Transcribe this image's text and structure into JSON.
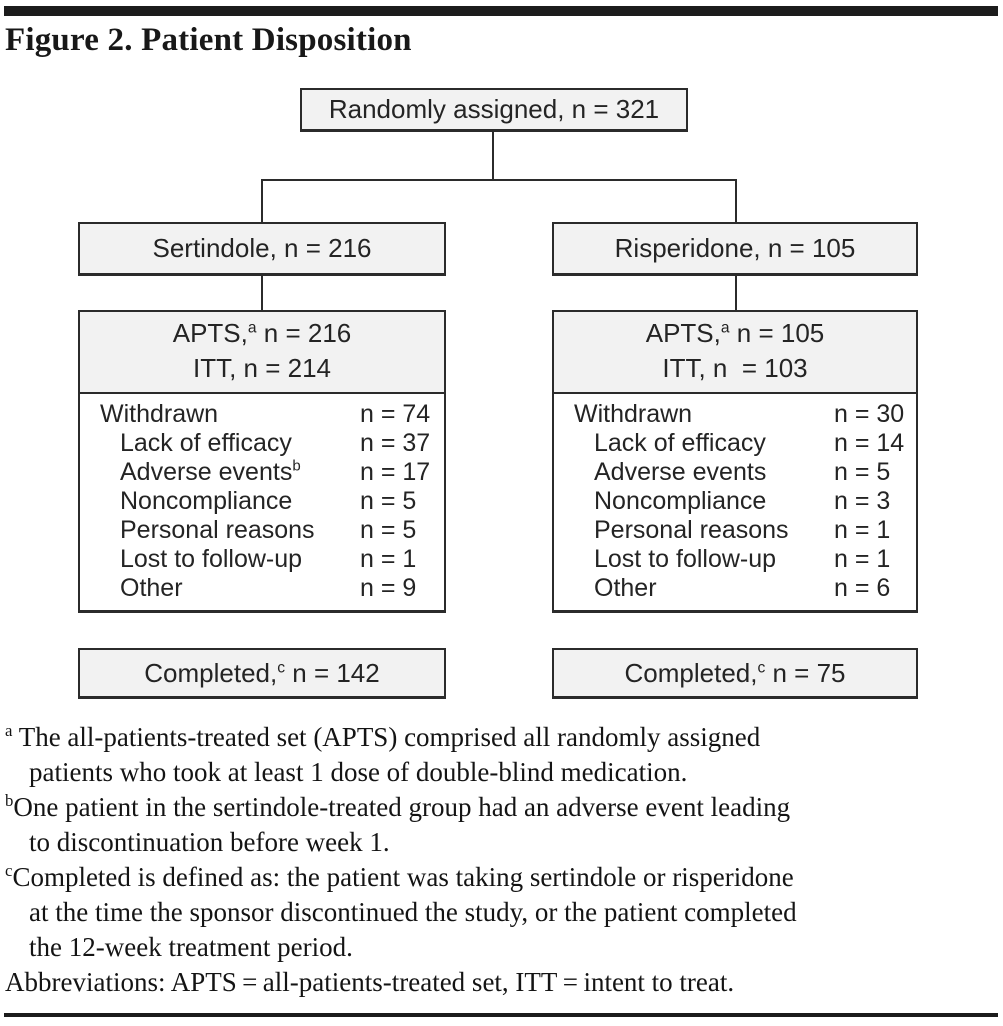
{
  "figure": {
    "title": "Figure 2. Patient Disposition"
  },
  "flowchart": {
    "root_label": "Randomly assigned, n = 321",
    "left": {
      "group_label": "Sertindole, n = 216",
      "apts_pre": "APTS,",
      "apts_sup": "a",
      "apts_post": " n = 216",
      "itt_label": "ITT, n = 214",
      "rows": [
        {
          "label": "Withdrawn",
          "sup": "",
          "value": "n = 74"
        },
        {
          "label": "Lack of efficacy",
          "sup": "",
          "value": "n = 37"
        },
        {
          "label": "Adverse events",
          "sup": "b",
          "value": "n = 17"
        },
        {
          "label": "Noncompliance",
          "sup": "",
          "value": "n = 5"
        },
        {
          "label": "Personal reasons",
          "sup": "",
          "value": "n = 5"
        },
        {
          "label": "Lost to follow-up",
          "sup": "",
          "value": "n = 1"
        },
        {
          "label": "Other",
          "sup": "",
          "value": "n = 9"
        }
      ],
      "completed_pre": "Completed,",
      "completed_sup": "c",
      "completed_post": " n = 142"
    },
    "right": {
      "group_label": "Risperidone, n = 105",
      "apts_pre": "APTS,",
      "apts_sup": "a",
      "apts_post": " n = 105",
      "itt_label": "ITT, n  = 103",
      "rows": [
        {
          "label": "Withdrawn",
          "sup": "",
          "value": "n = 30"
        },
        {
          "label": "Lack of efficacy",
          "sup": "",
          "value": "n = 14"
        },
        {
          "label": "Adverse events",
          "sup": "",
          "value": "n = 5"
        },
        {
          "label": "Noncompliance",
          "sup": "",
          "value": "n = 3"
        },
        {
          "label": "Personal reasons",
          "sup": "",
          "value": "n = 1"
        },
        {
          "label": "Lost to follow-up",
          "sup": "",
          "value": "n = 1"
        },
        {
          "label": "Other",
          "sup": "",
          "value": "n = 6"
        }
      ],
      "completed_pre": "Completed,",
      "completed_sup": "c",
      "completed_post": " n = 75"
    }
  },
  "footnotes": [
    {
      "sup": "a",
      "text": " The all-patients-treated set (APTS) comprised all randomly assigned\npatients who took at least 1 dose of double-blind medication."
    },
    {
      "sup": "b",
      "text": "One patient in the sertindole-treated group had an adverse event leading\nto discontinuation before week 1."
    },
    {
      "sup": "c",
      "text": "Completed is defined as: the patient was taking sertindole or risperidone\nat the time the sponsor discontinued the study, or the patient completed\nthe 12-week treatment period."
    },
    {
      "sup": "",
      "text": "Abbreviations: APTS = all-patients-treated set, ITT = intent to treat."
    }
  ],
  "colors": {
    "box_fill": "#f2f2f2",
    "box_border": "#2b2b2b",
    "rule": "#1c1c1c",
    "text": "#1f1f1f"
  }
}
